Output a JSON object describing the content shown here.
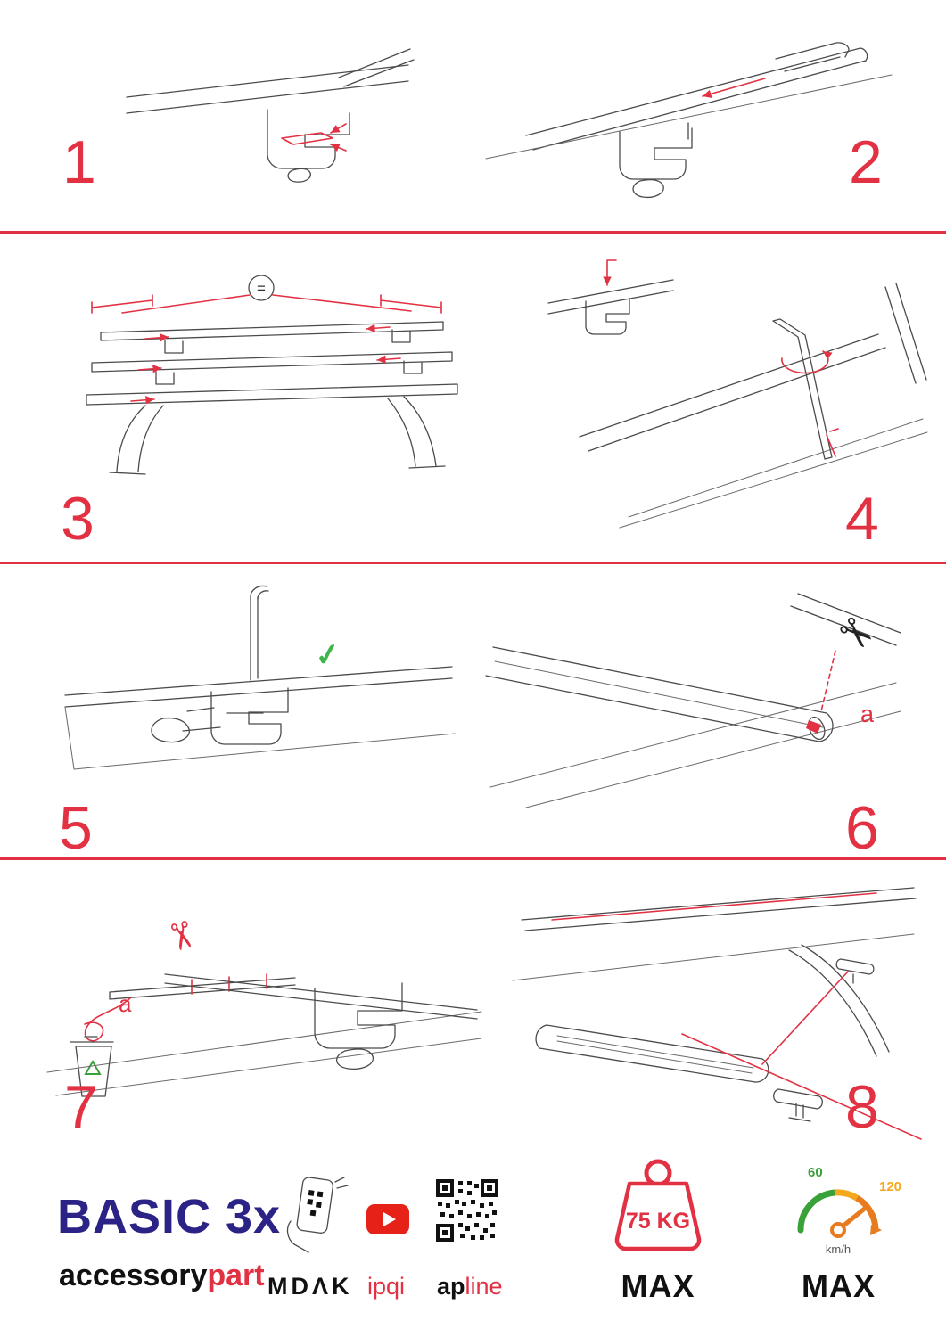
{
  "accent": "#e23143",
  "steps": [
    {
      "number": "1"
    },
    {
      "number": "2"
    },
    {
      "number": "3",
      "equal": "="
    },
    {
      "number": "4"
    },
    {
      "number": "5",
      "check": "✓"
    },
    {
      "number": "6",
      "label": "a",
      "scissors": "✂"
    },
    {
      "number": "7",
      "label": "a",
      "scissors": "✂"
    },
    {
      "number": "8"
    }
  ],
  "footer": {
    "brand_title": "BASIC 3x",
    "brand_sub_black": "accessory",
    "brand_sub_red": "part",
    "partner_mdak": "MDΛK",
    "partner_ipqi": "ipqi",
    "apline_black": "ap",
    "apline_red": "line",
    "weight_value": "75 KG",
    "weight_max": "MAX",
    "speed_low": "60",
    "speed_high": "120",
    "speed_unit": "km/h",
    "speed_max": "MAX"
  }
}
